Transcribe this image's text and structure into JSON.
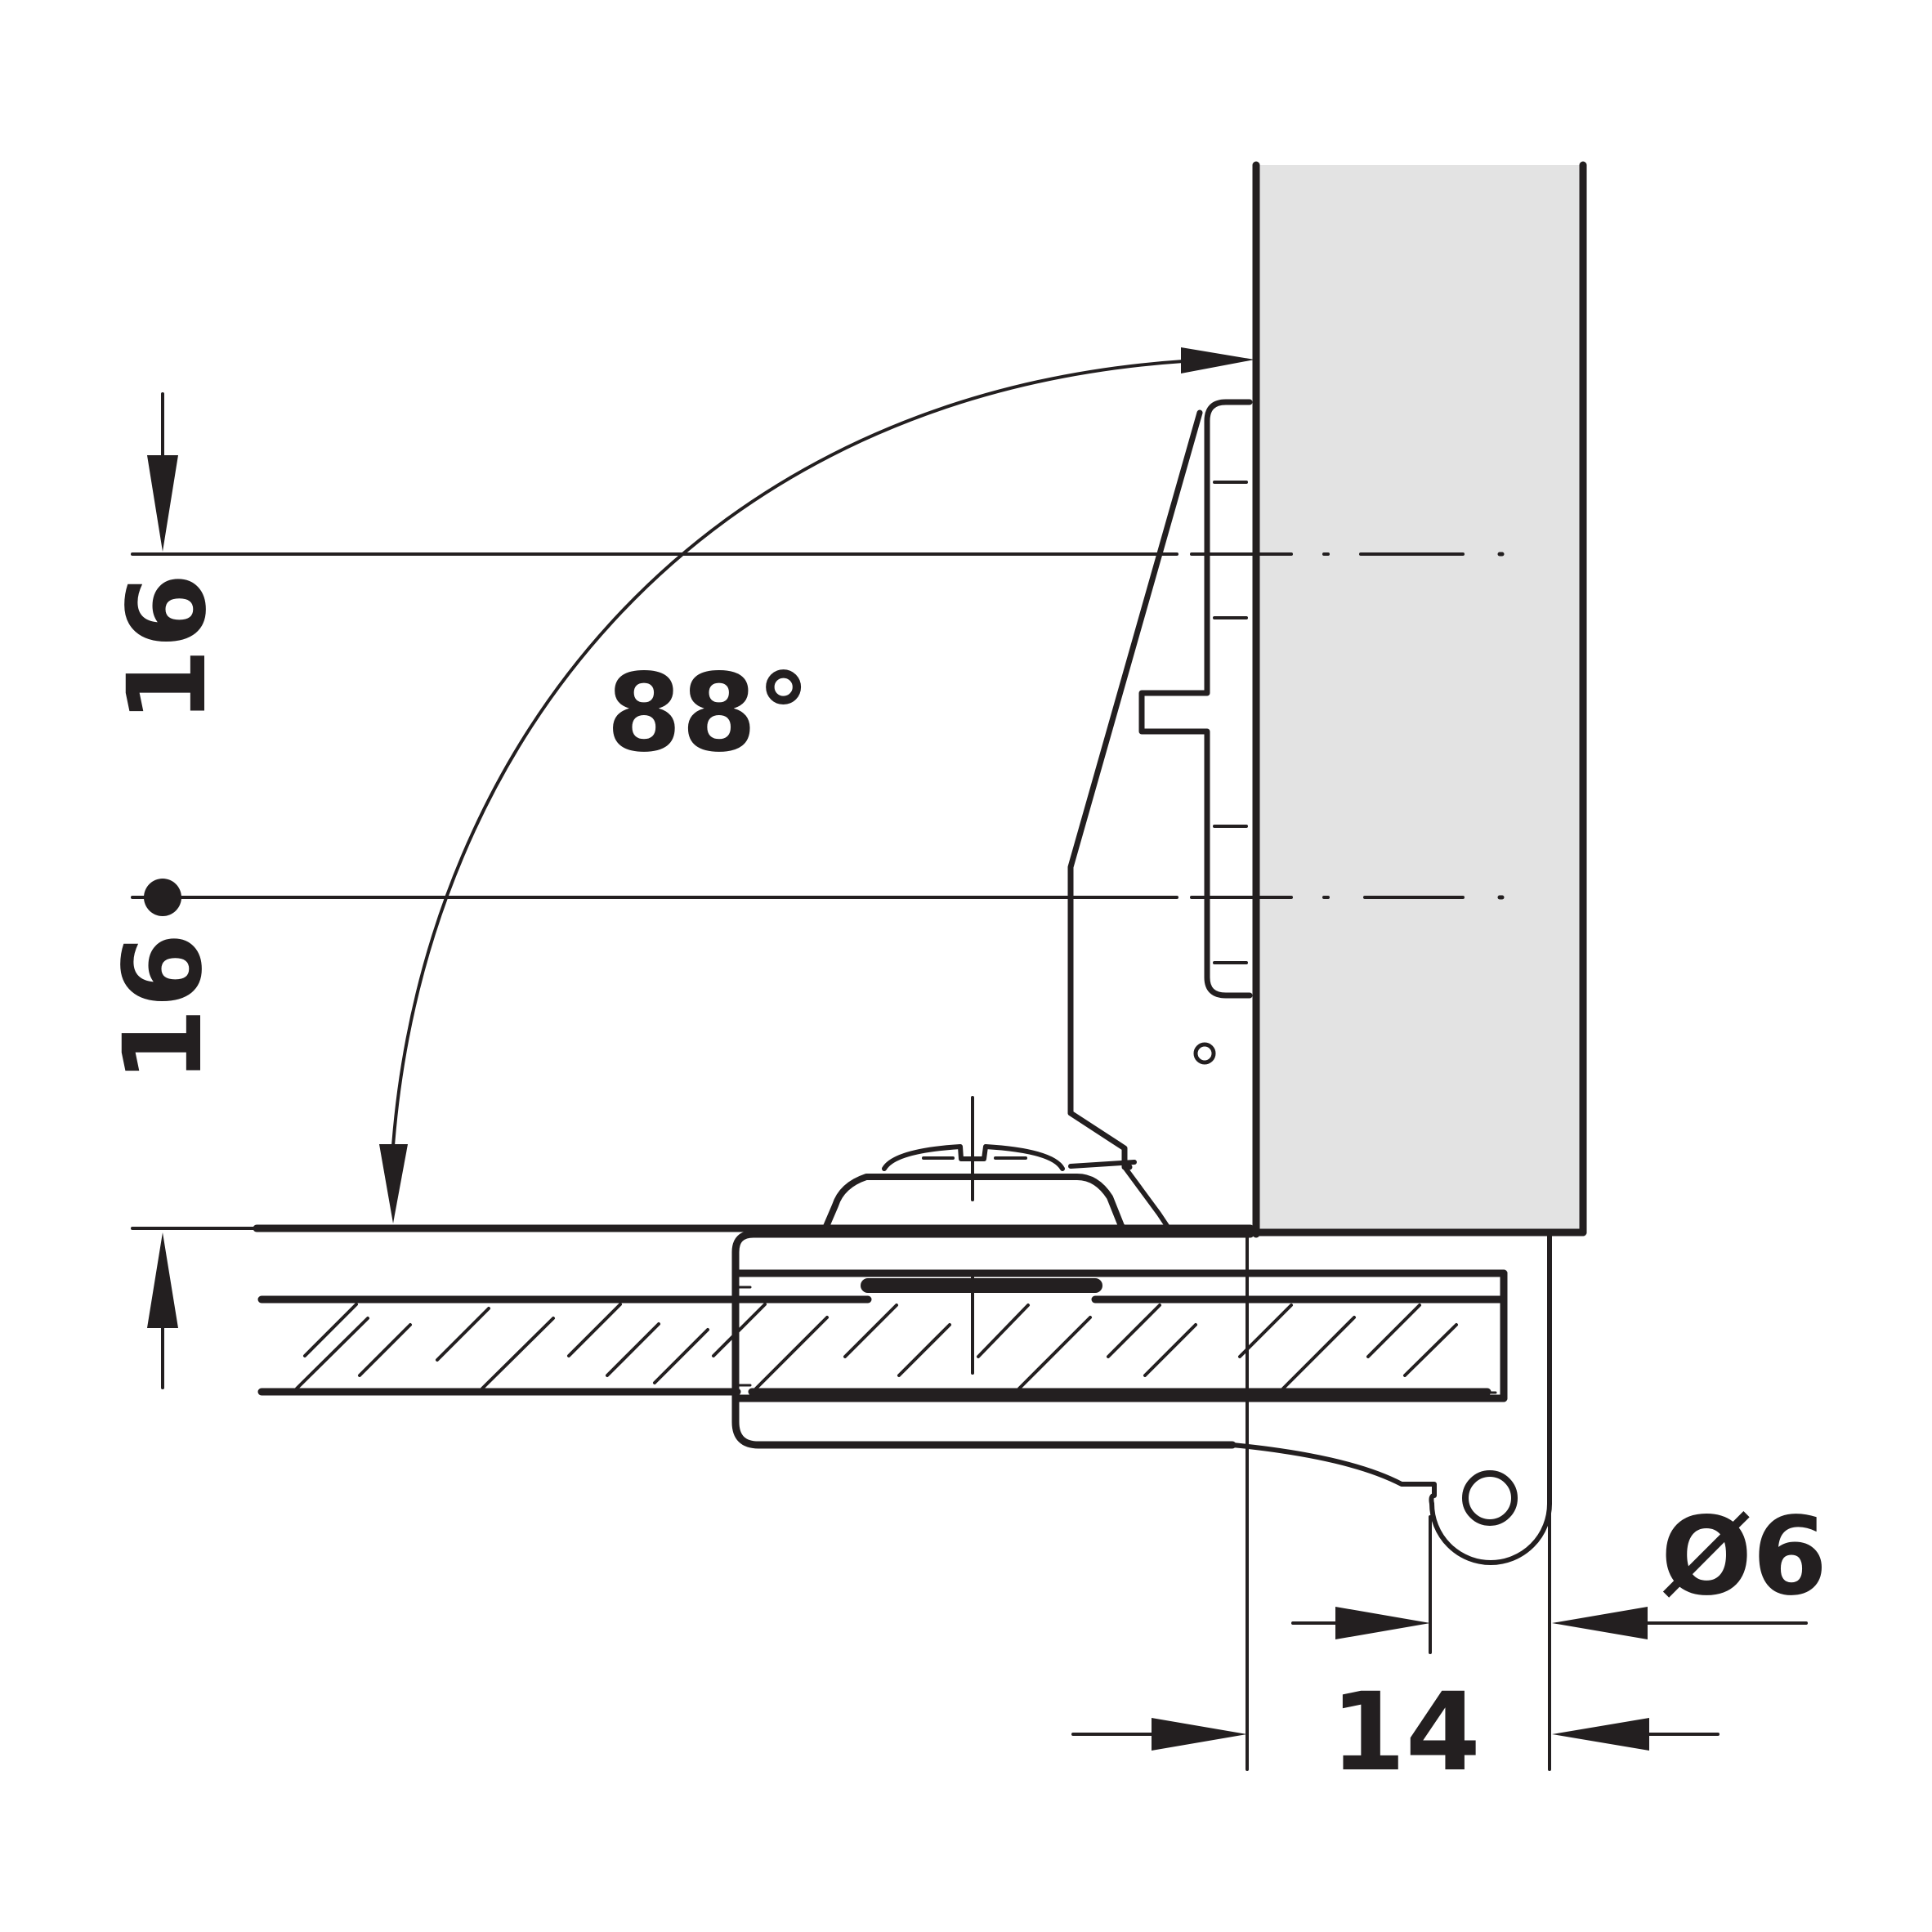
{
  "dimensions": {
    "angle": "88°",
    "spacing_upper": "16",
    "spacing_lower": "16",
    "offset_width": "14",
    "pin_diameter": "Ø6"
  },
  "colors": {
    "line": "#231f20",
    "panel_fill": "#e3e3e3",
    "background": "#ffffff"
  }
}
